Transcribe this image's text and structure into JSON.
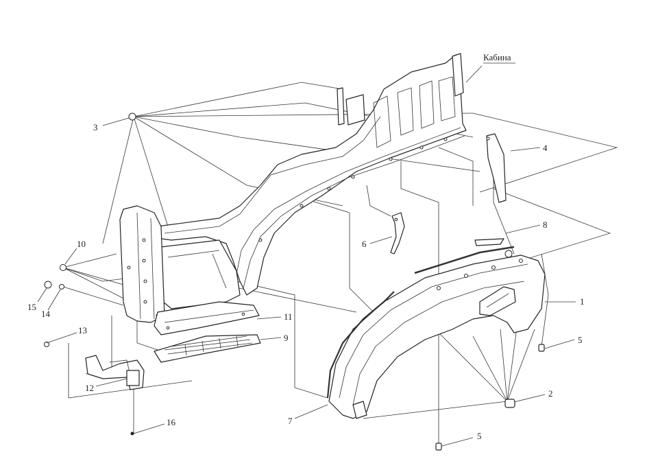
{
  "labels": {
    "cab": "Кабина",
    "p1": "1",
    "p2": "2",
    "p3": "3",
    "p4": "4",
    "p5a": "5",
    "p5b": "5",
    "p6": "6",
    "p7": "7",
    "p8": "8",
    "p9": "9",
    "p10": "10",
    "p11": "11",
    "p12": "12",
    "p13": "13",
    "p14": "14",
    "p15": "15",
    "p16": "16"
  },
  "colors": {
    "line": "#222222",
    "background": "#ffffff"
  }
}
